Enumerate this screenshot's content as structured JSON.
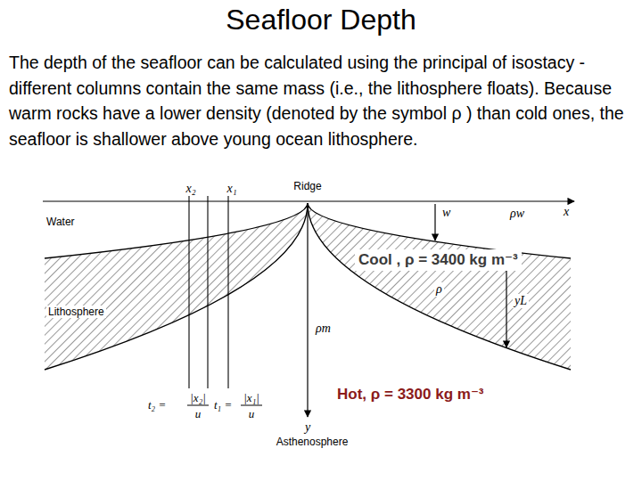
{
  "diagram": {
    "title": "Seafloor Depth",
    "nodes": [
      {
        "text": [
          "Cool , ρ = 3400 kg m⁻³"
        ]
      }
    ],
    "labels": [
      "The depth of the seafloor can be calculated using the principal of isostacy - different columns contain the same mass (i.e., the lithosphere floats).  Because warm rocks have a lower density (denoted by the symbol ρ ) than cold ones, the seafloor is shallower above young ocean lithosphere.",
      "x₂",
      "x₁",
      "Ridge",
      "x",
      "Water",
      "w",
      "ρw",
      "Lithosphere",
      "ρ",
      "yL",
      "ρm",
      "t₂ =",
      "|x₂|",
      "u",
      "t₁ =",
      "|x₁|",
      "u",
      "y",
      "Asthenosphere",
      "Hot, ρ = 3300 kg m⁻³"
    ]
  }
}
